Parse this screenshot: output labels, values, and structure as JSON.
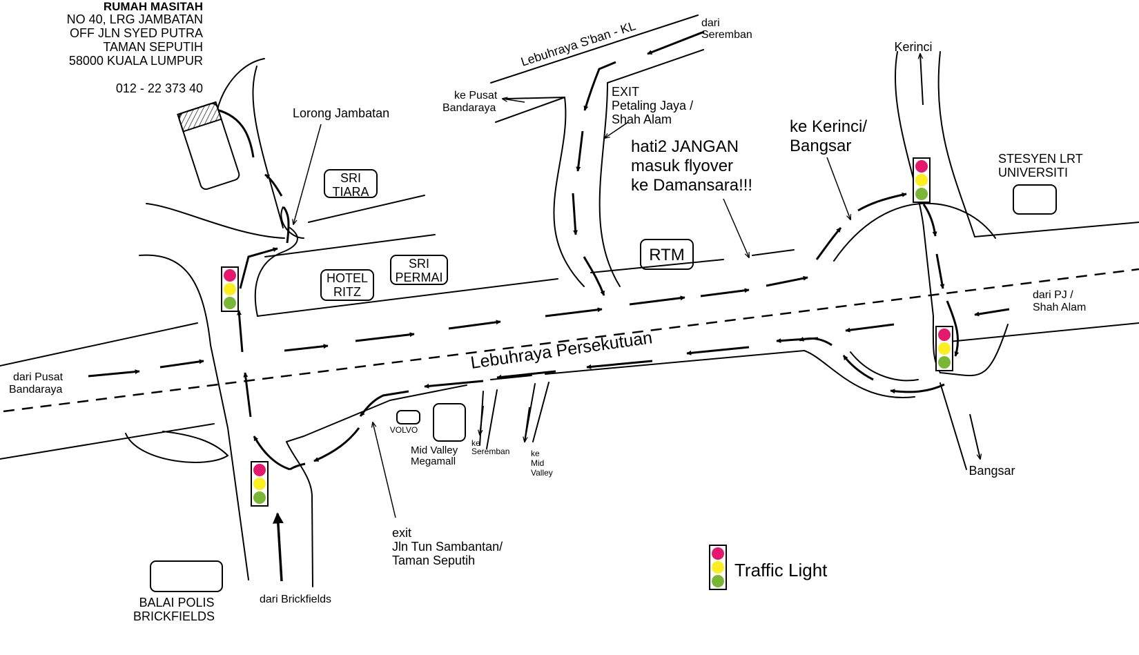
{
  "address": {
    "name": "RUMAH MASITAH",
    "lines": [
      "NO 40, LRG JAMBATAN",
      "OFF JLN SYED PUTRA",
      "TAMAN SEPUTIH",
      "58000 KUALA LUMPUR"
    ],
    "phone": "012 - 22 373 40"
  },
  "roads": {
    "highway_sban_kl": "Lebuhraya S'ban - KL",
    "persekutuan": "Lebuhraya Persekutuan"
  },
  "landmarks": {
    "sri_tiara": [
      "SRI",
      "TIARA"
    ],
    "hotel_ritz": [
      "HOTEL",
      "RITZ"
    ],
    "sri_permai": [
      "SRI",
      "PERMAI"
    ],
    "rtm": "RTM",
    "lrt": [
      "STESYEN LRT",
      "UNIVERSITI"
    ],
    "balai_polis": [
      "BALAI POLIS",
      "BRICKFIELDS"
    ],
    "volvo": "VOLVO",
    "mid_valley": [
      "Mid Valley",
      "Megamall"
    ]
  },
  "labels": {
    "dari_seremban": [
      "dari",
      "Seremban"
    ],
    "ke_pusat_bandaraya": [
      "ke Pusat",
      "Bandaraya"
    ],
    "exit_pj": [
      "EXIT",
      "Petaling Jaya /",
      "Shah Alam"
    ],
    "warning": [
      "hati2 JANGAN",
      "masuk flyover",
      "ke Damansara!!!"
    ],
    "ke_kerinci_bangsar": [
      "ke Kerinci/",
      "Bangsar"
    ],
    "kerinci": "Kerinci",
    "lorong_jambatan": "Lorong Jambatan",
    "dari_pusat_bandaraya": [
      "dari Pusat",
      "Bandaraya"
    ],
    "dari_pj": [
      "dari PJ /",
      "Shah Alam"
    ],
    "bangsar": "Bangsar",
    "ke_seremban": [
      "ke",
      "Seremban"
    ],
    "ke_mid_valley": [
      "ke",
      "Mid",
      "Valley"
    ],
    "exit_sambantan": [
      "exit",
      "Jln Tun Sambantan/",
      "Taman Seputih"
    ],
    "dari_brickfields": "dari Brickfields"
  },
  "legend": {
    "label": "Traffic Light"
  },
  "colors": {
    "red": "#e4186c",
    "yellow": "#fcee21",
    "green": "#7ab737",
    "ink": "#000000"
  }
}
